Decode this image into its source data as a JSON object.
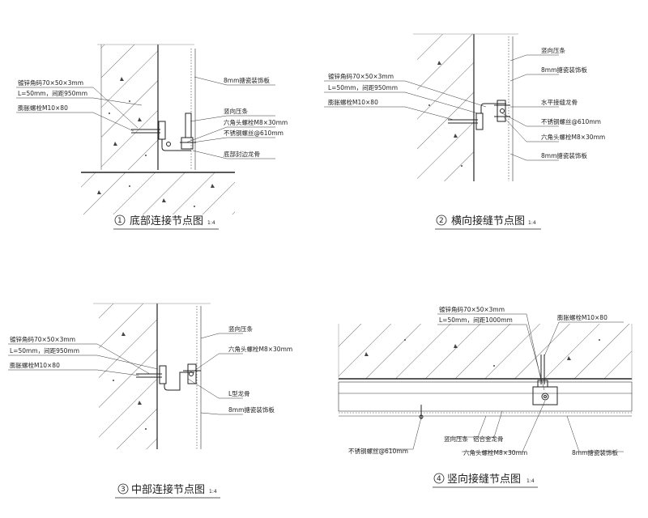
{
  "panels": {
    "p1": {
      "num": "1",
      "title": "底部连接节点图",
      "scale": "1:4",
      "labels": {
        "angle": "镀锌角码70×50×3mm",
        "spacing": "L=50mm，间距950mm",
        "anchor": "膨胀螺栓M10×80",
        "panel": "8mm搪瓷装饰板",
        "strip": "竖向压条",
        "bolt": "六角头螺栓M8×30mm",
        "rivet": "不锈钢螺丝@610mm",
        "base": "底部封边龙骨"
      }
    },
    "p2": {
      "num": "2",
      "title": "横向接缝节点图",
      "scale": "1:4",
      "labels": {
        "angle": "镀锌角码70×50×3mm",
        "spacing": "L=50mm，间距950mm",
        "anchor": "膨胀螺栓M10×80",
        "strip": "竖向压条",
        "panel_top": "8mm搪瓷装饰板",
        "joint": "水平接缝龙骨",
        "rivet": "不锈钢螺丝@610mm",
        "bolt": "六角头螺栓M8×30mm",
        "panel_bottom": "8mm搪瓷装饰板"
      }
    },
    "p3": {
      "num": "3",
      "title": "中部连接节点图",
      "scale": "1:4",
      "labels": {
        "angle": "镀锌角码70×50×3mm",
        "spacing": "L=50mm，间距950mm",
        "anchor": "膨胀螺栓M10×80",
        "strip": "竖向压条",
        "bolt": "六角头螺栓M8×30mm",
        "lkeel": "L型龙骨",
        "panel": "8mm搪瓷装饰板"
      }
    },
    "p4": {
      "num": "4",
      "title": "竖向接缝节点图",
      "scale": "1:4",
      "labels": {
        "angle": "镀锌角码70×50×3mm",
        "spacing": "L=50mm，间距1000mm",
        "anchor": "膨胀螺栓M10×80",
        "rivet": "不锈钢螺丝@610mm",
        "strip": "竖向压条",
        "alkeel": "铝合金龙骨",
        "bolt": "六角头螺栓M8×30mm",
        "panel": "8mm搪瓷装饰板"
      }
    }
  }
}
